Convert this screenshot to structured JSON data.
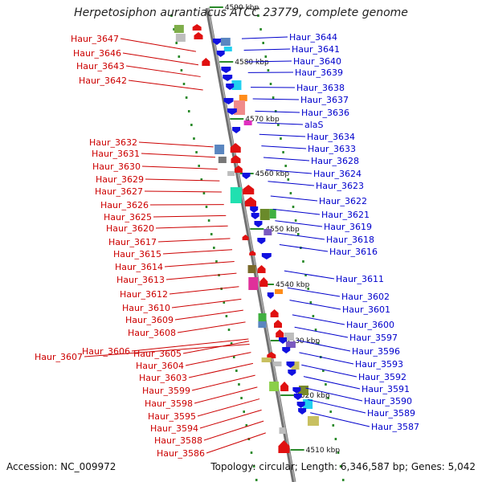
{
  "title": "Herpetosiphon aurantiacus ATCC 23779, complete genome",
  "accession": "Accession: NC_009972",
  "topology": "Topology: circular; Length: 6,346,587 bp; Genes: 5,042",
  "colors": {
    "forward_label": "#cc0000",
    "reverse_label": "#0000cc",
    "backbone": "#808080"
  },
  "ticks": [
    "4590 kbp",
    "4580 kbp",
    "4570 kbp",
    "4560 kbp",
    "4550 kbp",
    "4540 kbp",
    "4530 kbp",
    "4520 kbp",
    "4510 kbp"
  ],
  "left_labels": [
    "Haur_3647",
    "Haur_3646",
    "Haur_3643",
    "Haur_3642",
    "Haur_3632",
    "Haur_3631",
    "Haur_3630",
    "Haur_3629",
    "Haur_3627",
    "Haur_3626",
    "Haur_3625",
    "Haur_3620",
    "Haur_3617",
    "Haur_3615",
    "Haur_3614",
    "Haur_3613",
    "Haur_3612",
    "Haur_3610",
    "Haur_3609",
    "Haur_3608",
    "Haur_3606",
    "Haur_3607",
    "Haur_3605",
    "Haur_3604",
    "Haur_3603",
    "Haur_3599",
    "Haur_3598",
    "Haur_3595",
    "Haur_3594",
    "Haur_3588",
    "Haur_3586"
  ],
  "right_labels": [
    "Haur_3644",
    "Haur_3641",
    "Haur_3640",
    "Haur_3639",
    "Haur_3638",
    "Haur_3637",
    "Haur_3636",
    "alaS",
    "Haur_3634",
    "Haur_3633",
    "Haur_3628",
    "Haur_3624",
    "Haur_3623",
    "Haur_3622",
    "Haur_3621",
    "Haur_3619",
    "Haur_3618",
    "Haur_3616",
    "Haur_3611",
    "Haur_3602",
    "Haur_3601",
    "Haur_3600",
    "Haur_3597",
    "Haur_3596",
    "Haur_3593",
    "Haur_3592",
    "Haur_3591",
    "Haur_3590",
    "Haur_3589",
    "Haur_3587"
  ]
}
